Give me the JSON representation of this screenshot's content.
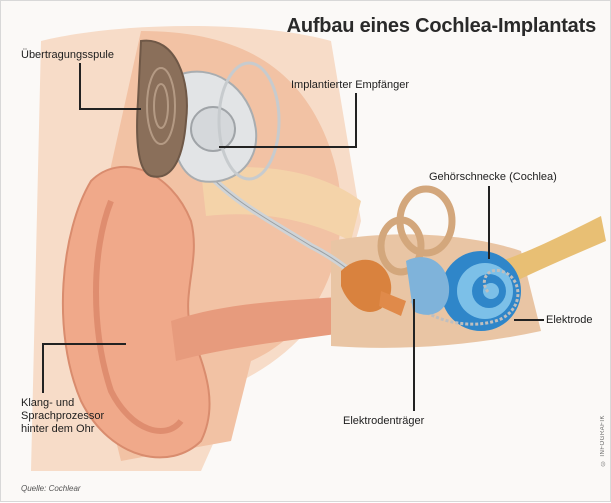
{
  "title": "Aufbau eines Cochlea-Implantats",
  "labels": {
    "coil": "Übertragungsspule",
    "receiver": "Implantierter Empfänger",
    "cochlea": "Gehörschnecke (Cochlea)",
    "electrode": "Elektrode",
    "processor": "Klang- und\nSprachprozessor\nhinter dem Ohr",
    "electrode_carrier": "Elektrodenträger"
  },
  "source": "Quelle: Cochlear",
  "copyright": "© INFOGRAFIK",
  "colors": {
    "skin": "#f1b89c",
    "skin_dark": "#d98c6e",
    "tissue": "#f6d7b8",
    "implant": "#e2e4e6",
    "coil": "#8a6f5a",
    "cochlea": "#2f86c9",
    "cochlea_light": "#7cc0e8",
    "bone": "#d2a27a",
    "line": "#222222"
  }
}
